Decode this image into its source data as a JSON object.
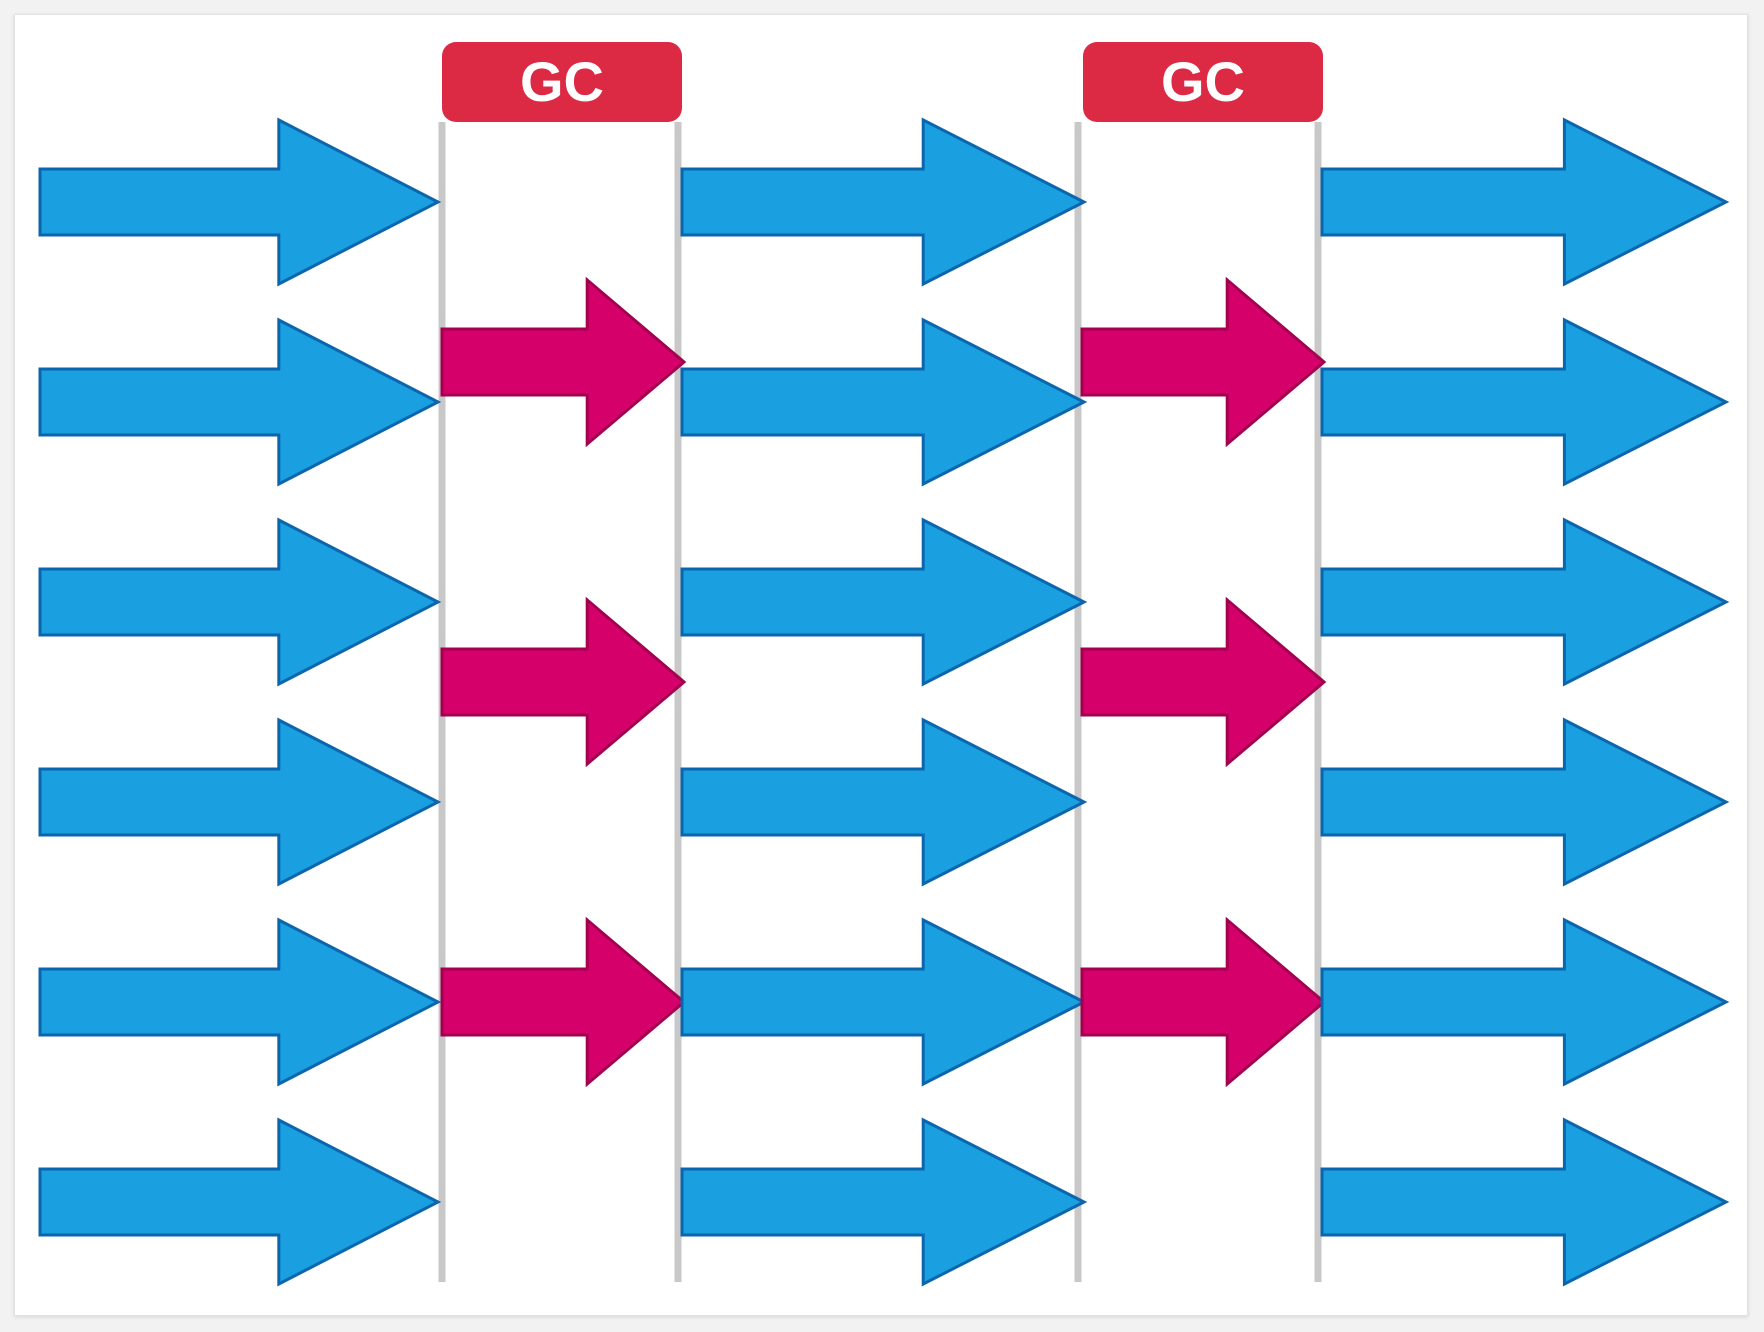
{
  "gc_events": [
    {
      "label": "GC"
    },
    {
      "label": "GC"
    }
  ],
  "colors": {
    "app_thread_fill": "#1a9fe0",
    "app_thread_stroke": "#0b66ad",
    "gc_thread_fill": "#d6006b",
    "gc_thread_stroke": "#a3004f",
    "gc_label_bg": "#dc2944",
    "boundary_line": "#c8c8c8",
    "card_bg": "#ffffff",
    "page_bg": "#f2f2f2"
  },
  "lanes": [
    {
      "segments": [
        "app",
        "none",
        "app",
        "none",
        "app"
      ]
    },
    {
      "segments": [
        "app",
        "gc",
        "app",
        "gc",
        "app"
      ]
    },
    {
      "segments": [
        "app",
        "none",
        "app",
        "none",
        "app"
      ]
    },
    {
      "segments": [
        "app",
        "gc",
        "app",
        "gc",
        "app"
      ]
    },
    {
      "segments": [
        "app",
        "gc",
        "app",
        "gc",
        "app"
      ]
    },
    {
      "segments": [
        "app",
        "none",
        "app",
        "none",
        "app"
      ]
    }
  ]
}
